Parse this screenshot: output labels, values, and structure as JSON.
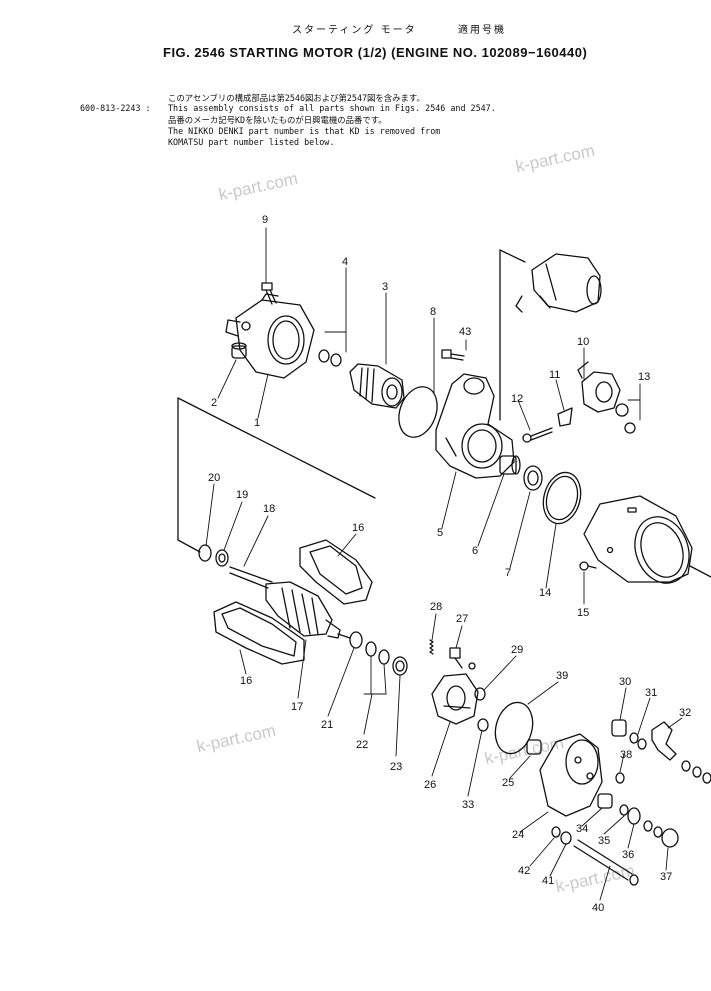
{
  "header": {
    "title_jp": "スターティング モータ",
    "applicable_jp": "適用号機",
    "title": "FIG. 2546  STARTING MOTOR (1/2) (ENGINE NO. 102089−160440)"
  },
  "notes": {
    "part_number": "600-813-2243 :",
    "jp_line1": "このアセンブリの構成部品は第2546図および第2547図を含みます。",
    "line1": "This assembly consists of all parts shown in Figs. 2546 and 2547.",
    "jp_line2": "品番のメーカ記号KDを除いたものが日興電機の品番です。",
    "line2": "The NIKKO DENKI part number is that KD is removed from",
    "line3": "KOMATSU part number listed below."
  },
  "watermarks": [
    "k-part.com",
    "k-part.com",
    "k-part.com",
    "k-part.com",
    "k-part.com"
  ],
  "callouts": [
    "9",
    "4",
    "3",
    "8",
    "43",
    "2",
    "1",
    "10",
    "11",
    "13",
    "12",
    "5",
    "6",
    "7",
    "14",
    "15",
    "20",
    "19",
    "18",
    "16",
    "16",
    "17",
    "21",
    "22",
    "23",
    "28",
    "27",
    "29",
    "39",
    "30",
    "31",
    "32",
    "26",
    "33",
    "25",
    "38",
    "24",
    "34",
    "35",
    "36",
    "42",
    "41",
    "37",
    "40"
  ]
}
